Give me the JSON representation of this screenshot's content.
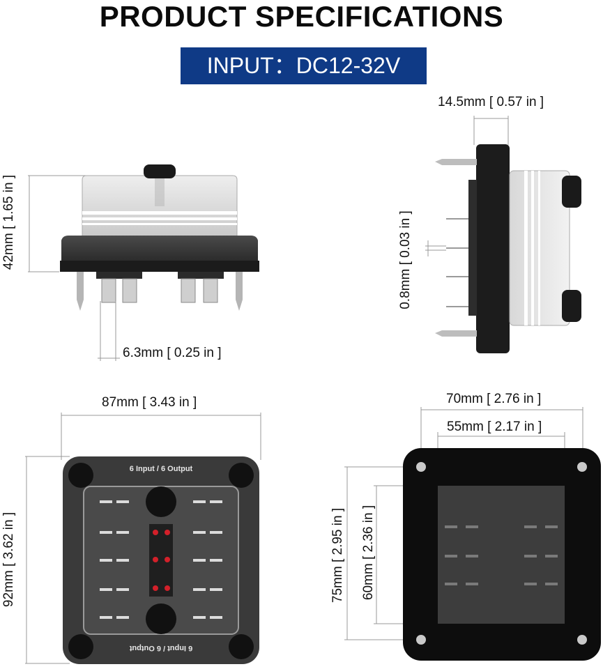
{
  "header": {
    "title": "PRODUCT SPECIFICATIONS",
    "input_label": "INPUT：DC12-32V"
  },
  "dimensions": {
    "side_depth": "14.5mm [ 0.57 in ]",
    "height": "42mm [ 1.65 in ]",
    "terminal_thickness": "0.8mm [ 0.03 in ]",
    "terminal_width": "6.3mm [ 0.25 in ]",
    "top_width": "87mm [ 3.43 in ]",
    "top_height": "92mm [ 3.62 in ]",
    "bottom_outer_width": "70mm [ 2.76 in ]",
    "bottom_inner_width": "55mm [ 2.17 in ]",
    "bottom_outer_height": "75mm [ 2.95 in ]",
    "bottom_inner_height": "60mm [ 2.36 in ]"
  },
  "panel_labels": {
    "top": "6 Input / 6 Output",
    "bottom": "6 Input / 6 Output"
  },
  "colors": {
    "banner": "#0f3a86",
    "housing": "#3a3a3a",
    "led": "#d3202a"
  }
}
